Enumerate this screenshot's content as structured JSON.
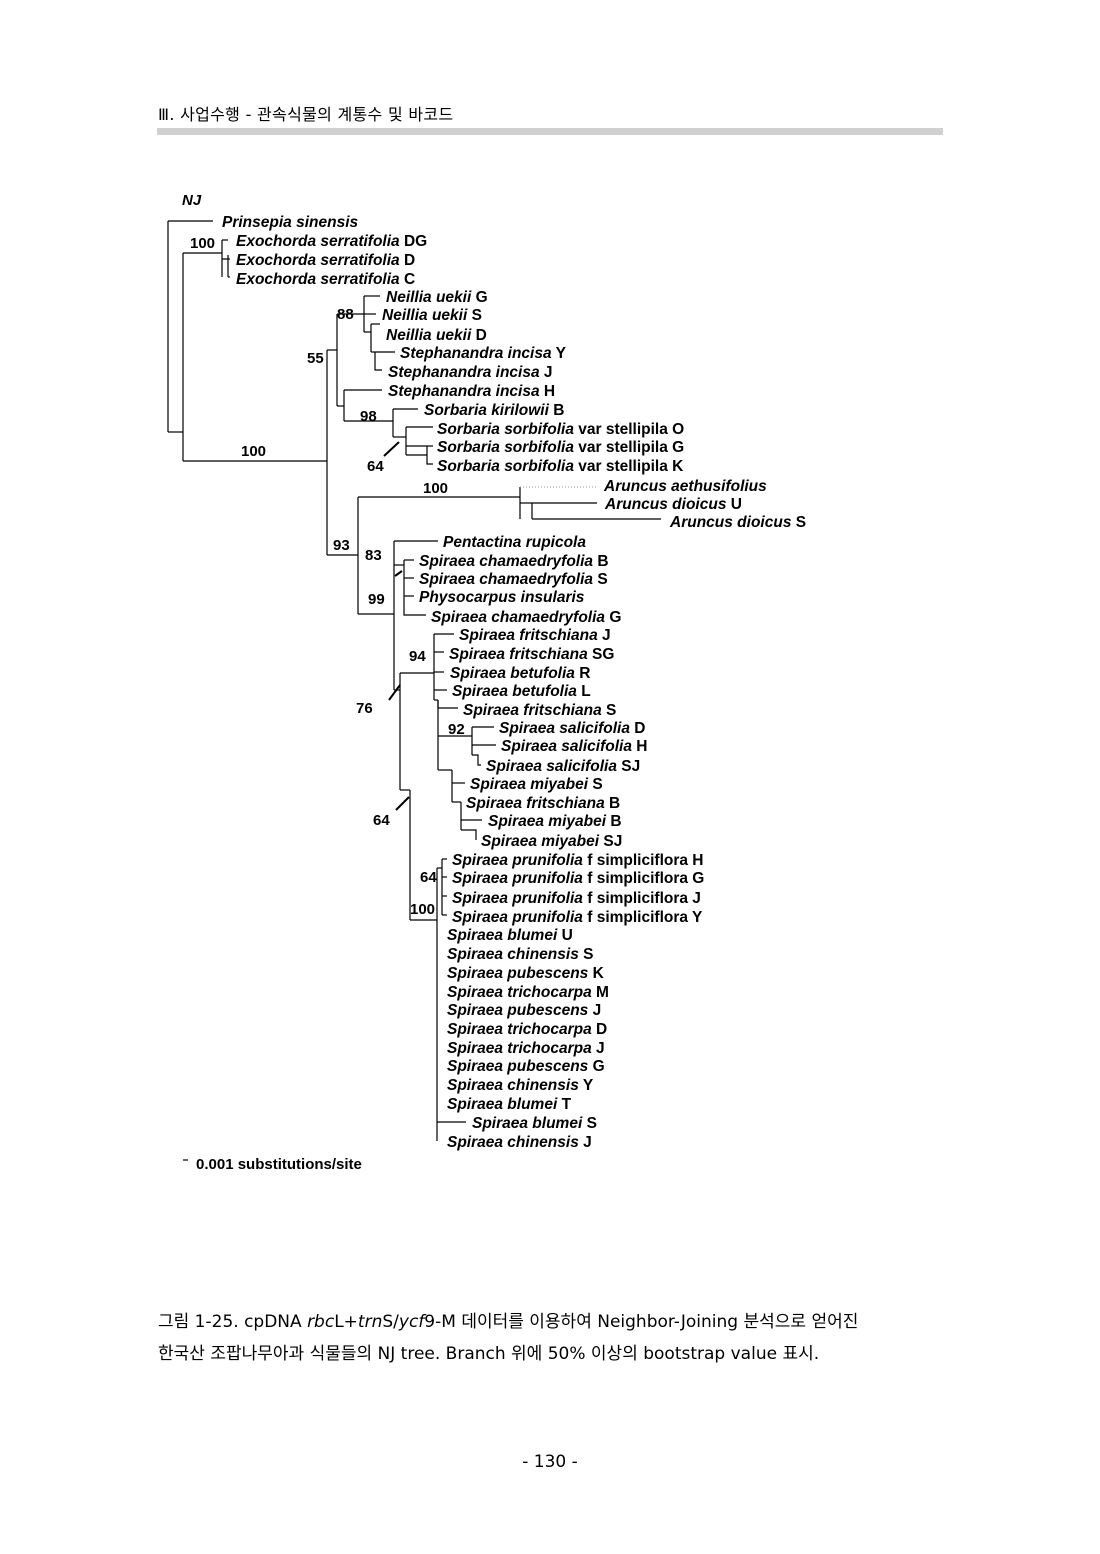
{
  "header": {
    "title": "Ⅲ. 사업수행 - 관속식물의 계통수 및 바코드"
  },
  "tree": {
    "method": "NJ",
    "scale": "0.001 substitutions/site",
    "taxa": [
      {
        "genus": "Prinsepia sinensis",
        "code": ""
      },
      {
        "genus": "Exochorda serratifolia",
        "code": "DG"
      },
      {
        "genus": "Exochorda serratifolia",
        "code": "D"
      },
      {
        "genus": "Exochorda serratifolia",
        "code": "C"
      },
      {
        "genus": "Neillia uekii",
        "code": "G"
      },
      {
        "genus": "Neillia uekii",
        "code": "S"
      },
      {
        "genus": "Neillia uekii",
        "code": "D"
      },
      {
        "genus": "Stephanandra incisa",
        "code": "Y"
      },
      {
        "genus": "Stephanandra incisa",
        "code": "J"
      },
      {
        "genus": "Stephanandra incisa",
        "code": "H"
      },
      {
        "genus": "Sorbaria kirilowii",
        "code": "B"
      },
      {
        "genus": "Sorbaria sorbifolia",
        "code": "var stellipila O"
      },
      {
        "genus": "Sorbaria sorbifolia",
        "code": "var stellipila G"
      },
      {
        "genus": "Sorbaria sorbifolia",
        "code": "var stellipila K"
      },
      {
        "genus": "Aruncus aethusifolius",
        "code": ""
      },
      {
        "genus": "Aruncus dioicus",
        "code": "U"
      },
      {
        "genus": "Aruncus dioicus",
        "code": "S"
      },
      {
        "genus": "Pentactina rupicola",
        "code": ""
      },
      {
        "genus": "Spiraea chamaedryfolia",
        "code": "B"
      },
      {
        "genus": "Spiraea chamaedryfolia",
        "code": "S"
      },
      {
        "genus": "Physocarpus insularis",
        "code": ""
      },
      {
        "genus": "Spiraea chamaedryfolia",
        "code": "G"
      },
      {
        "genus": "Spiraea fritschiana",
        "code": "J"
      },
      {
        "genus": "Spiraea fritschiana",
        "code": "SG"
      },
      {
        "genus": "Spiraea betufolia",
        "code": "R"
      },
      {
        "genus": "Spiraea betufolia",
        "code": "L"
      },
      {
        "genus": "Spiraea fritschiana",
        "code": "S"
      },
      {
        "genus": "Spiraea salicifolia",
        "code": "D"
      },
      {
        "genus": "Spiraea salicifolia",
        "code": "H"
      },
      {
        "genus": "Spiraea salicifolia",
        "code": "SJ"
      },
      {
        "genus": "Spiraea miyabei",
        "code": "S"
      },
      {
        "genus": "Spiraea fritschiana",
        "code": "B"
      },
      {
        "genus": "Spiraea miyabei",
        "code": "B"
      },
      {
        "genus": "Spiraea miyabei",
        "code": "SJ"
      },
      {
        "genus": "Spiraea prunifolia",
        "code": "f simpliciflora H"
      },
      {
        "genus": "Spiraea prunifolia",
        "code": "f simpliciflora G"
      },
      {
        "genus": "Spiraea prunifolia",
        "code": "f simpliciflora J"
      },
      {
        "genus": "Spiraea prunifolia",
        "code": "f simpliciflora Y"
      },
      {
        "genus": "Spiraea blumei",
        "code": "U"
      },
      {
        "genus": "Spiraea chinensis",
        "code": "S"
      },
      {
        "genus": "Spiraea pubescens",
        "code": "K"
      },
      {
        "genus": "Spiraea trichocarpa",
        "code": "M"
      },
      {
        "genus": "Spiraea pubescens",
        "code": "J"
      },
      {
        "genus": "Spiraea trichocarpa",
        "code": "D"
      },
      {
        "genus": "Spiraea trichocarpa",
        "code": "J"
      },
      {
        "genus": "Spiraea pubescens",
        "code": "G"
      },
      {
        "genus": "Spiraea chinensis",
        "code": "Y"
      },
      {
        "genus": "Spiraea blumei",
        "code": "T"
      },
      {
        "genus": "Spiraea blumei",
        "code": "S"
      },
      {
        "genus": "Spiraea chinensis",
        "code": "J"
      }
    ],
    "supports": [
      "100",
      "88",
      "55",
      "98",
      "100",
      "64",
      "100",
      "93",
      "83",
      "99",
      "94",
      "76",
      "92",
      "64",
      "64",
      "100"
    ]
  },
  "caption": {
    "lead": "그림 1-25. cpDNA ",
    "marker1": "rbc",
    "mid1": "L+",
    "marker2": "trn",
    "mid2": "S/",
    "marker3": "ycf",
    "tail": "9-M 데이터를 이용하여 Neighbor-Joining 분석으로 얻어진",
    "line2": "한국산 조팝나무아과 식물들의 NJ tree. Branch 위에 50% 이상의 bootstrap value 표시."
  },
  "footer": {
    "page_number": "- 130 -"
  }
}
